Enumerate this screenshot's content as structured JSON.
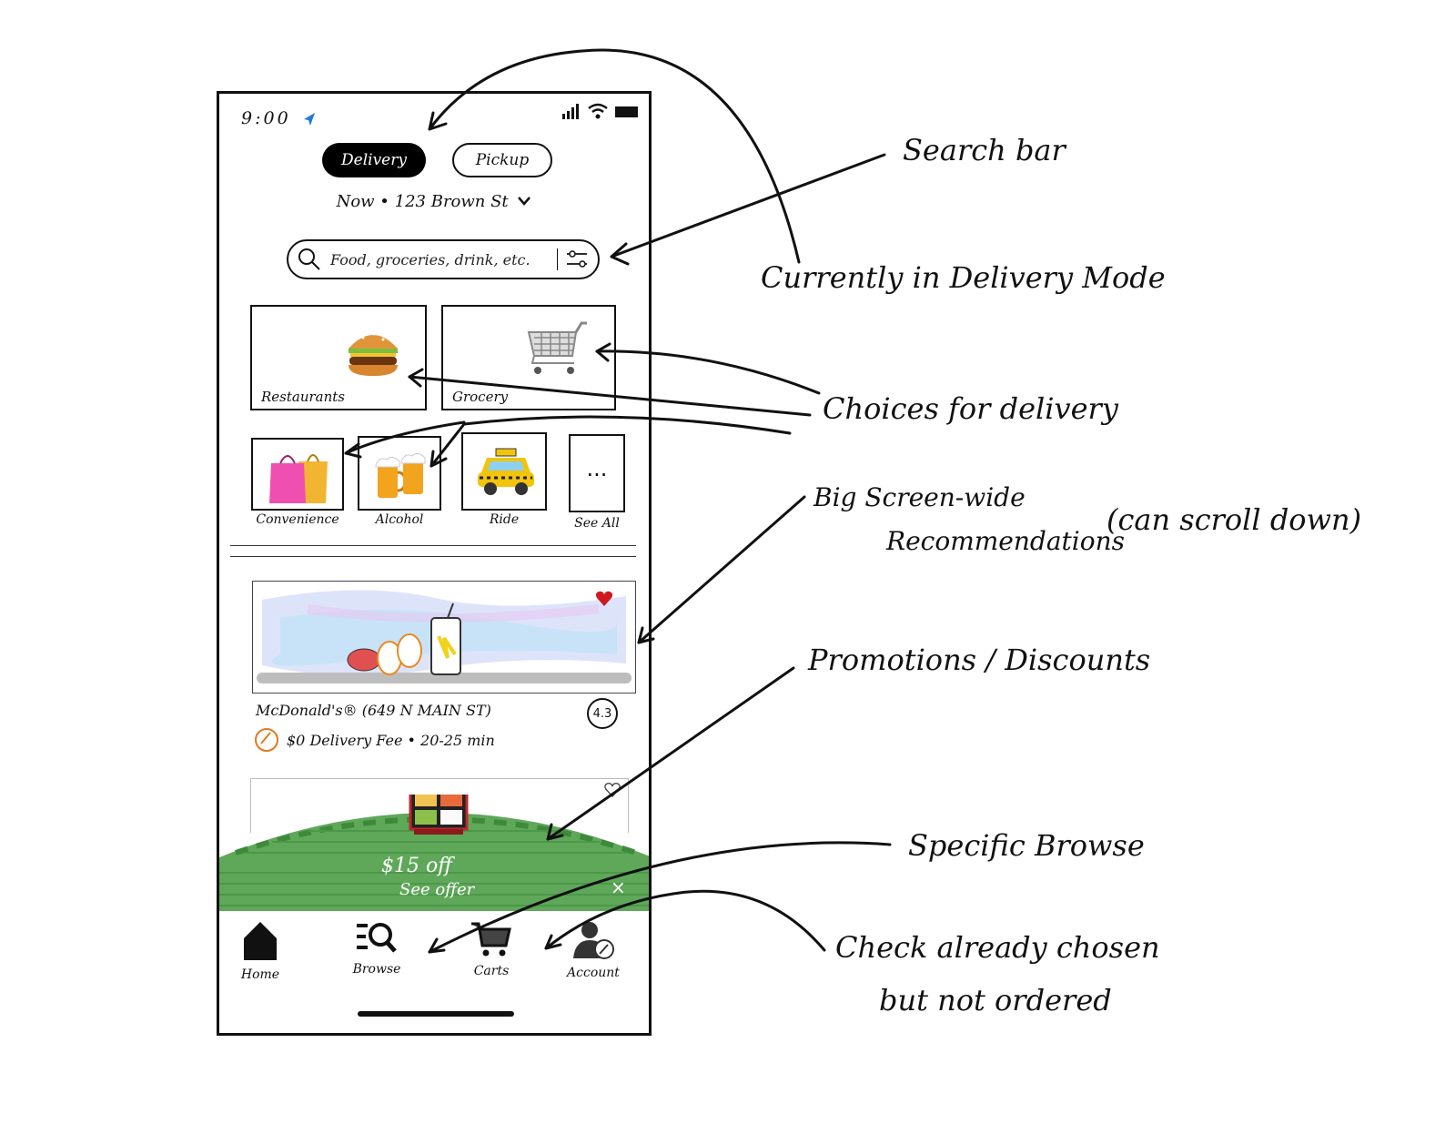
{
  "status_bar": {
    "time": "9:00"
  },
  "mode_toggle": {
    "delivery_label": "Delivery",
    "pickup_label": "Pickup",
    "selected": "Delivery"
  },
  "address_line": "Now • 123 Brown St",
  "search": {
    "placeholder": "Food, groceries, drink, etc."
  },
  "categories": {
    "large": [
      {
        "label": "Restaurants"
      },
      {
        "label": "Grocery"
      }
    ],
    "small": [
      {
        "label": "Convenience"
      },
      {
        "label": "Alcohol"
      },
      {
        "label": "Ride"
      },
      {
        "label": "See All",
        "icon_text": "..."
      }
    ]
  },
  "recommendation": {
    "store": "McDonald's® (649 N MAIN ST)",
    "fee_line": "$0 Delivery Fee • 20-25 min",
    "rating": "4.3",
    "favorited": true
  },
  "promo": {
    "title": "$15 off",
    "cta": "See offer",
    "close": "×"
  },
  "tabs": [
    {
      "label": "Home"
    },
    {
      "label": "Browse"
    },
    {
      "label": "Carts"
    },
    {
      "label": "Account"
    }
  ],
  "annotations": {
    "search_bar": "Search bar",
    "delivery_mode": "Currently in Delivery Mode",
    "choices": "Choices for delivery",
    "big_reco_1": "Big Screen-wide",
    "big_reco_2": "Recommendations",
    "scroll_note": "(can scroll down)",
    "promotions": "Promotions / Discounts",
    "specific_browse": "Specific Browse",
    "check_1": "Check already chosen",
    "check_2": "but not ordered"
  },
  "colors": {
    "heart": "#d0191f",
    "promo_green": "#5fa85a",
    "location_blue": "#1f7ae0",
    "fee_icon": "#e07a1f"
  }
}
